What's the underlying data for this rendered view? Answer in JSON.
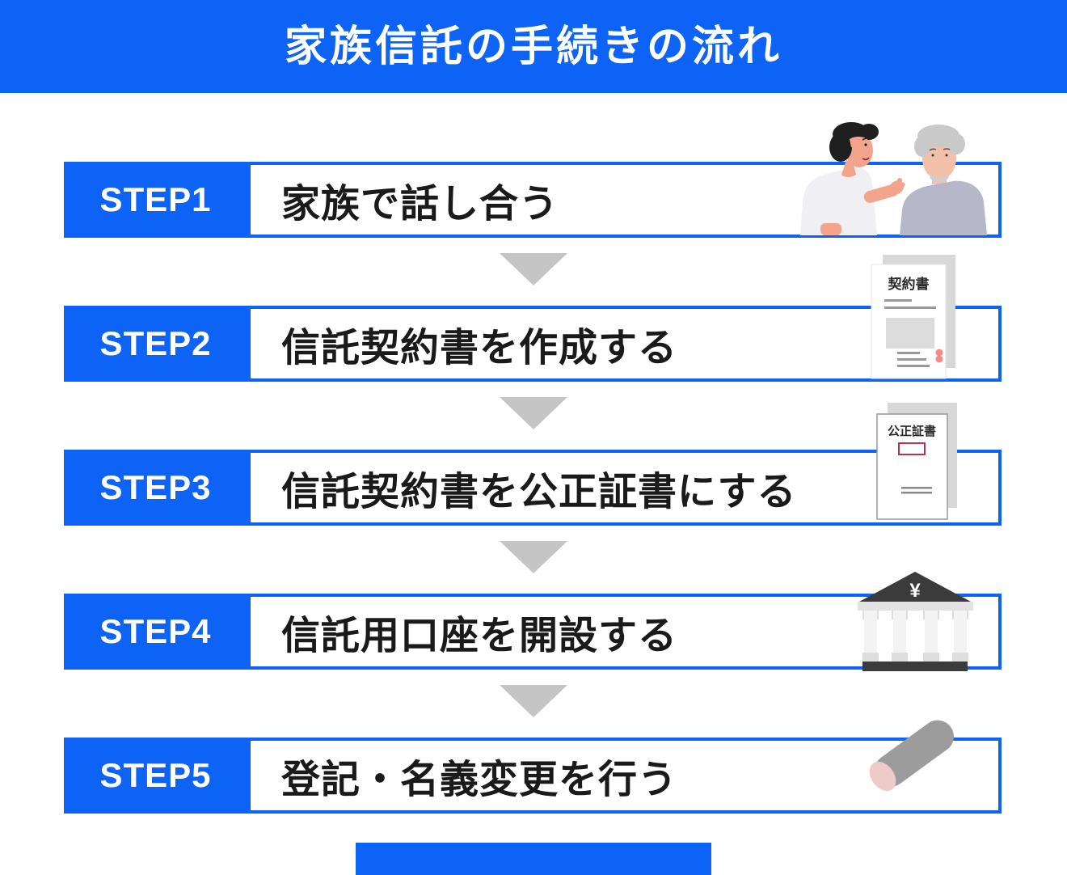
{
  "header": {
    "title": "家族信託の手続きの流れ"
  },
  "steps": [
    {
      "label": "STEP1",
      "title": "家族で話し合う",
      "illustration": "two-people-talking-icon"
    },
    {
      "label": "STEP2",
      "title": "信託契約書を作成する",
      "illustration": "contract-document-icon",
      "document_label": "契約書"
    },
    {
      "label": "STEP3",
      "title": "信託契約書を公正証書にする",
      "illustration": "notary-deed-document-icon",
      "document_label": "公正証書"
    },
    {
      "label": "STEP4",
      "title": "信託用口座を開設する",
      "illustration": "bank-building-icon",
      "currency_symbol": "¥"
    },
    {
      "label": "STEP5",
      "title": "登記・名義変更を行う",
      "illustration": "hanko-stamp-icon"
    }
  ],
  "colors": {
    "primary_blue": "#0d63f6",
    "arrow_gray": "#c5c5c5",
    "text_dark": "#1a1a1a",
    "doc_accent_red": "#c0304a",
    "dot_pink": "#f58a8a",
    "bank_dark": "#3b3b3b",
    "stamp_gray": "#9c9c9c",
    "stamp_face_pink": "#eccbc8"
  }
}
